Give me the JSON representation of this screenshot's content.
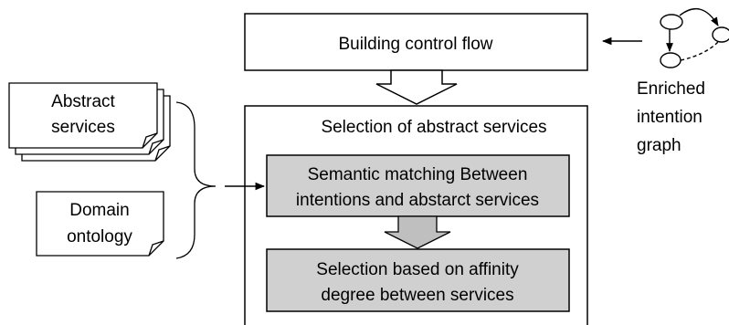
{
  "top_box": {
    "label": "Building control flow"
  },
  "inputs": {
    "abstract_services": {
      "lines": [
        "Abstract",
        "services"
      ]
    },
    "domain_ontology": {
      "lines": [
        "Domain",
        "ontology"
      ]
    }
  },
  "intention_graph": {
    "lines": [
      "Enriched",
      "intention",
      "graph"
    ]
  },
  "selection_box": {
    "label": "Selection of abstract services",
    "step1": {
      "lines": [
        "Semantic matching Between",
        "intentions and abstarct services"
      ]
    },
    "step2": {
      "lines": [
        "Selection based on affinity",
        "degree between services"
      ]
    }
  },
  "colors": {
    "step_fill": "#d0d0d0",
    "stroke": "#000000"
  }
}
